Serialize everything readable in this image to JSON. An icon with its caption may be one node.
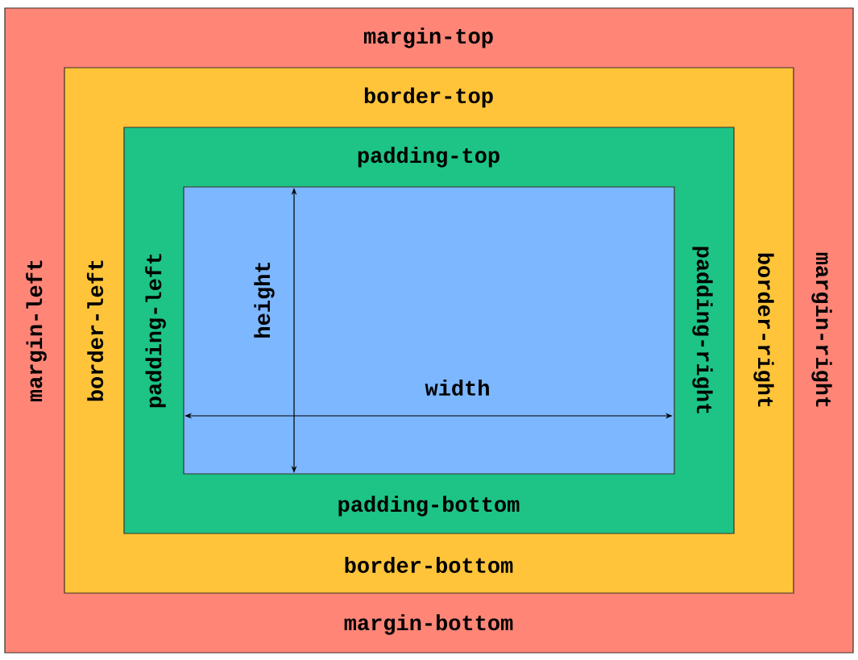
{
  "diagram": {
    "nodes": [
      {
        "text": [
          "margin-top",
          "margin-left",
          "margin-right",
          "margin-bottom"
        ]
      },
      {
        "text": [
          "border-top",
          "border-left",
          "border-right",
          "border-bottom"
        ],
        "in": 0
      },
      {
        "text": [
          "padding-top",
          "padding-left",
          "padding-right",
          "padding-bottom"
        ],
        "in": 1
      },
      {
        "text": [
          "height",
          "width"
        ],
        "in": 2
      }
    ]
  }
}
